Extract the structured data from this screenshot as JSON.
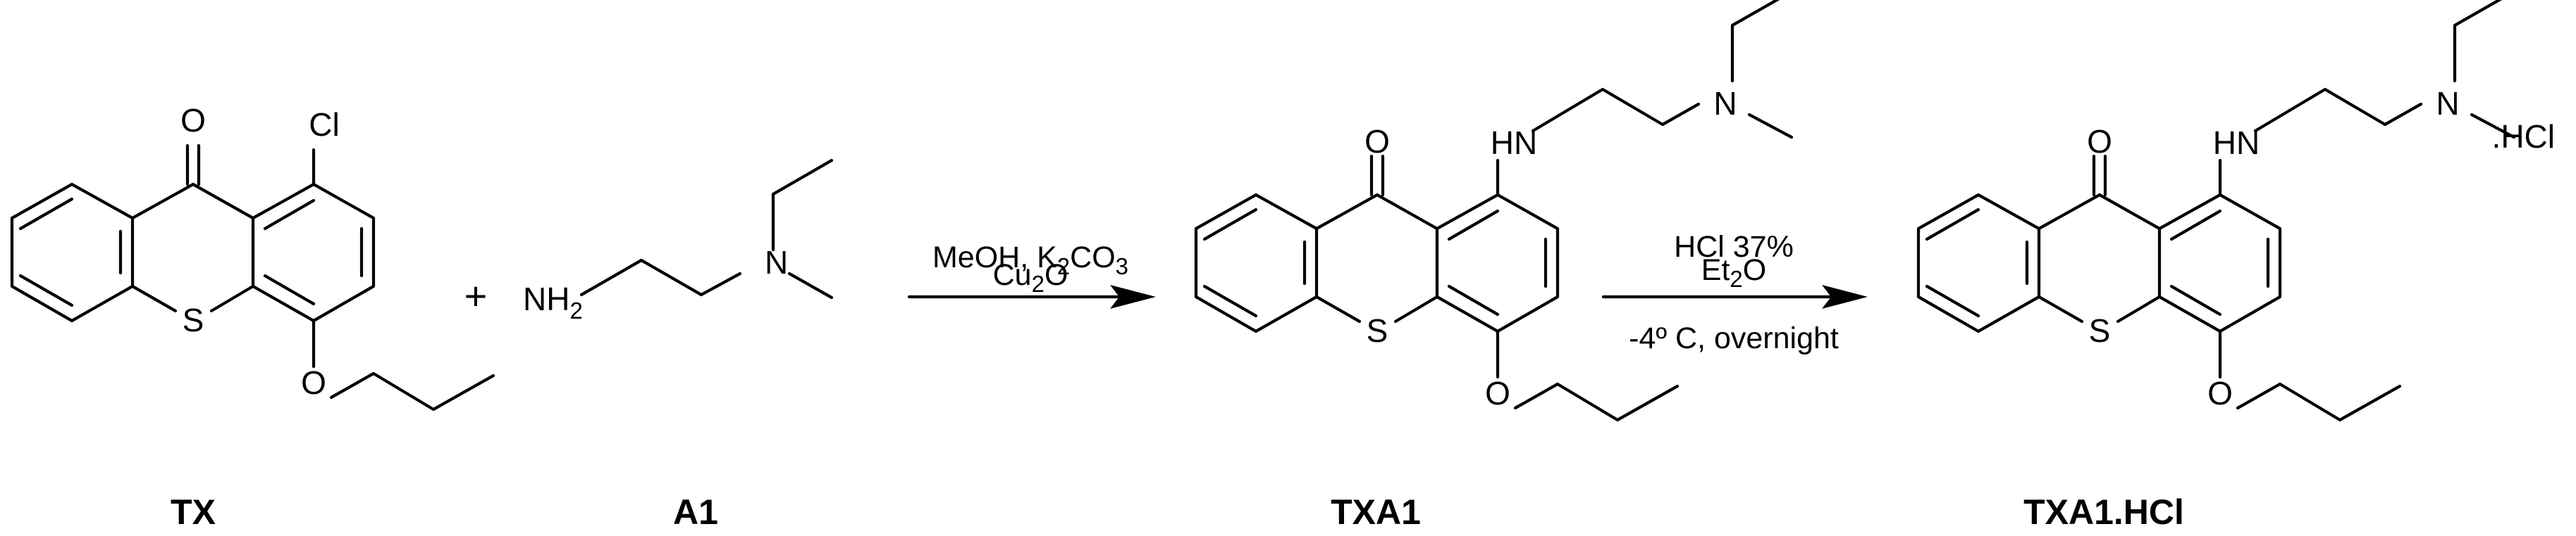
{
  "compounds": {
    "tx": {
      "label": "TX",
      "atoms": {
        "oxo": "O",
        "cl": "Cl",
        "s": "S",
        "ether_o": "O"
      }
    },
    "a1": {
      "label": "A1",
      "atoms": {
        "nh": "NH",
        "nh_sub": "2",
        "n": "N"
      }
    },
    "txa1": {
      "label": "TXA1",
      "atoms": {
        "oxo": "O",
        "hn": "HN",
        "n": "N",
        "s": "S",
        "ether_o": "O"
      }
    },
    "txa1hcl": {
      "label": "TXA1.HCl",
      "atoms": {
        "oxo": "O",
        "hn": "HN",
        "n": "N",
        "s": "S",
        "ether_o": "O",
        "salt": ".HCl"
      }
    }
  },
  "plus": "+",
  "step1": {
    "line1_a": "MeOH, K",
    "line1_sub1": "2",
    "line1_b": "CO",
    "line1_sub2": "3",
    "line2_a": "Cu",
    "line2_sub": "2",
    "line2_b": "O"
  },
  "step2": {
    "line1": "HCl 37%",
    "line2_a": "Et",
    "line2_sub": "2",
    "line2_b": "O",
    "line3": "-4º C, overnight"
  }
}
